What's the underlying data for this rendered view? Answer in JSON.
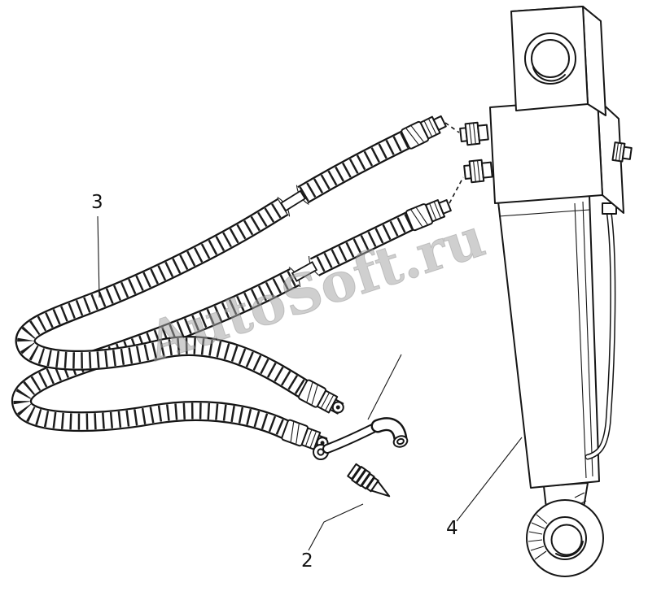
{
  "watermark": {
    "text": "AutoSoft.ru",
    "color": "#a3a3a3"
  },
  "callouts": {
    "adapter": {
      "label": "2"
    },
    "hoses": {
      "label": "3"
    },
    "cylinder": {
      "label": "4"
    }
  }
}
